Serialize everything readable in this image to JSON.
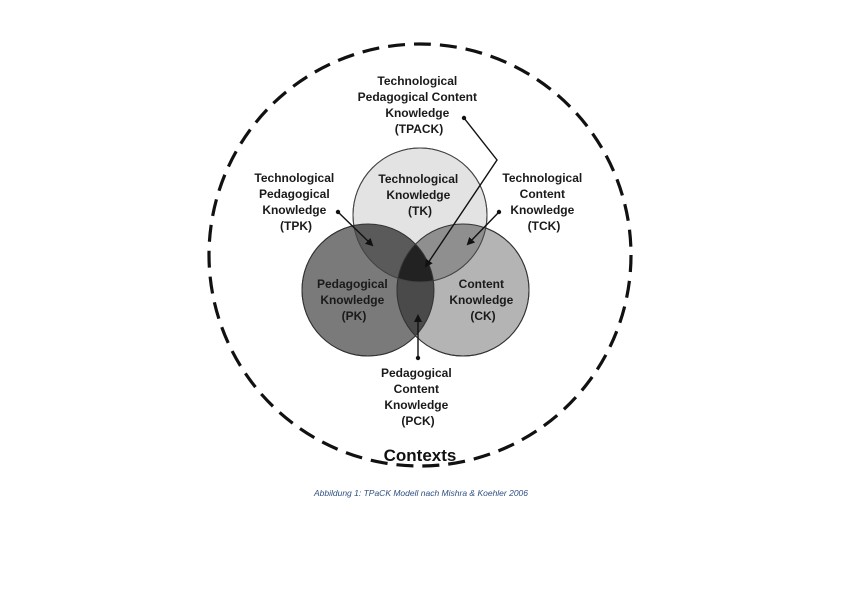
{
  "diagram": {
    "title_lines": [],
    "context_label": "Contexts",
    "circles": {
      "tk": {
        "lines": [
          "Technological",
          "Knowledge",
          "(TK)"
        ],
        "fill": "#e3e3e3"
      },
      "pk": {
        "lines": [
          "Pedagogical",
          "Knowledge",
          "(PK)"
        ],
        "fill": "#7a7a7a"
      },
      "ck": {
        "lines": [
          "Content",
          "Knowledge",
          "(CK)"
        ],
        "fill": "#b4b4b4"
      }
    },
    "overlaps": {
      "tpk_fill": "#5a5a5a",
      "tck_fill": "#8f8f8f",
      "pck_fill": "#4a4a4a",
      "tpack_fill": "#222222"
    },
    "callouts": {
      "tpack": [
        "Technological",
        "Pedagogical Content",
        "Knowledge",
        "(TPACK)"
      ],
      "tpk": [
        "Technological",
        "Pedagogical",
        "Knowledge",
        "(TPK)"
      ],
      "tck": [
        "Technological",
        "Content",
        "Knowledge",
        "(TCK)"
      ],
      "pck": [
        "Pedagogical",
        "Content",
        "Knowledge",
        "(PCK)"
      ]
    }
  },
  "caption": "Abbildung 1:  TPaCK Modell nach Mishra & Koehler 2006"
}
